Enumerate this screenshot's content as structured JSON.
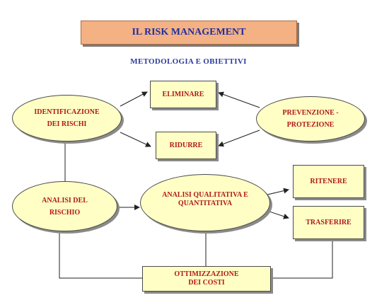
{
  "header": {
    "title": "IL RISK MANAGEMENT",
    "subtitle": "METODOLOGIA  E OBIETTIVI"
  },
  "nodes": {
    "identificazione": "IDENTIFICAZIONE\nDEI RISCHI",
    "eliminare": "ELIMINARE",
    "ridurre": "RIDURRE",
    "prevenzione": "PREVENZIONE -\nPROTEZIONE",
    "analisi_rischio": "ANALISI DEL\nRISCHIO",
    "analisi_qq": "ANALISI QUALITATIVA E\nQUANTITATIVA",
    "ritenere": "RITENERE",
    "trasferire": "TRASFERIRE",
    "ottimizzazione": "OTTIMIZZAZIONE\nDEI COSTI"
  }
}
